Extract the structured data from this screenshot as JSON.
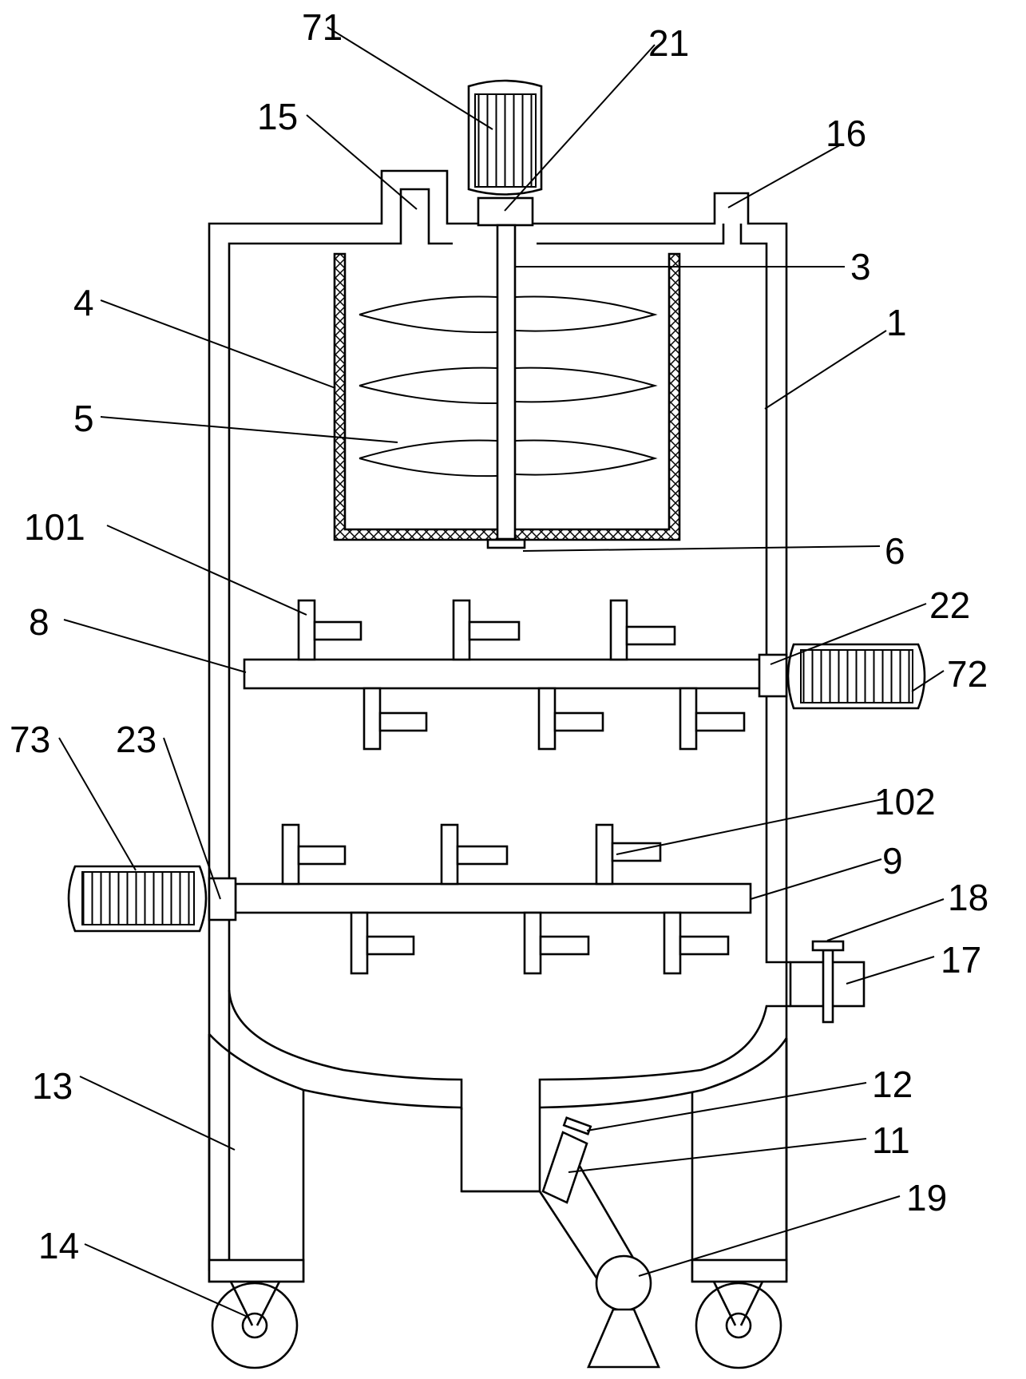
{
  "labels": {
    "l71": "71",
    "l21": "21",
    "l15": "15",
    "l16": "16",
    "l3": "3",
    "l1": "1",
    "l4": "4",
    "l5": "5",
    "l101": "101",
    "l6": "6",
    "l22": "22",
    "l8": "8",
    "l72": "72",
    "l73": "73",
    "l23": "23",
    "l102": "102",
    "l9": "9",
    "l18": "18",
    "l17": "17",
    "l13": "13",
    "l12": "12",
    "l11": "11",
    "l19": "19",
    "l14": "14"
  }
}
